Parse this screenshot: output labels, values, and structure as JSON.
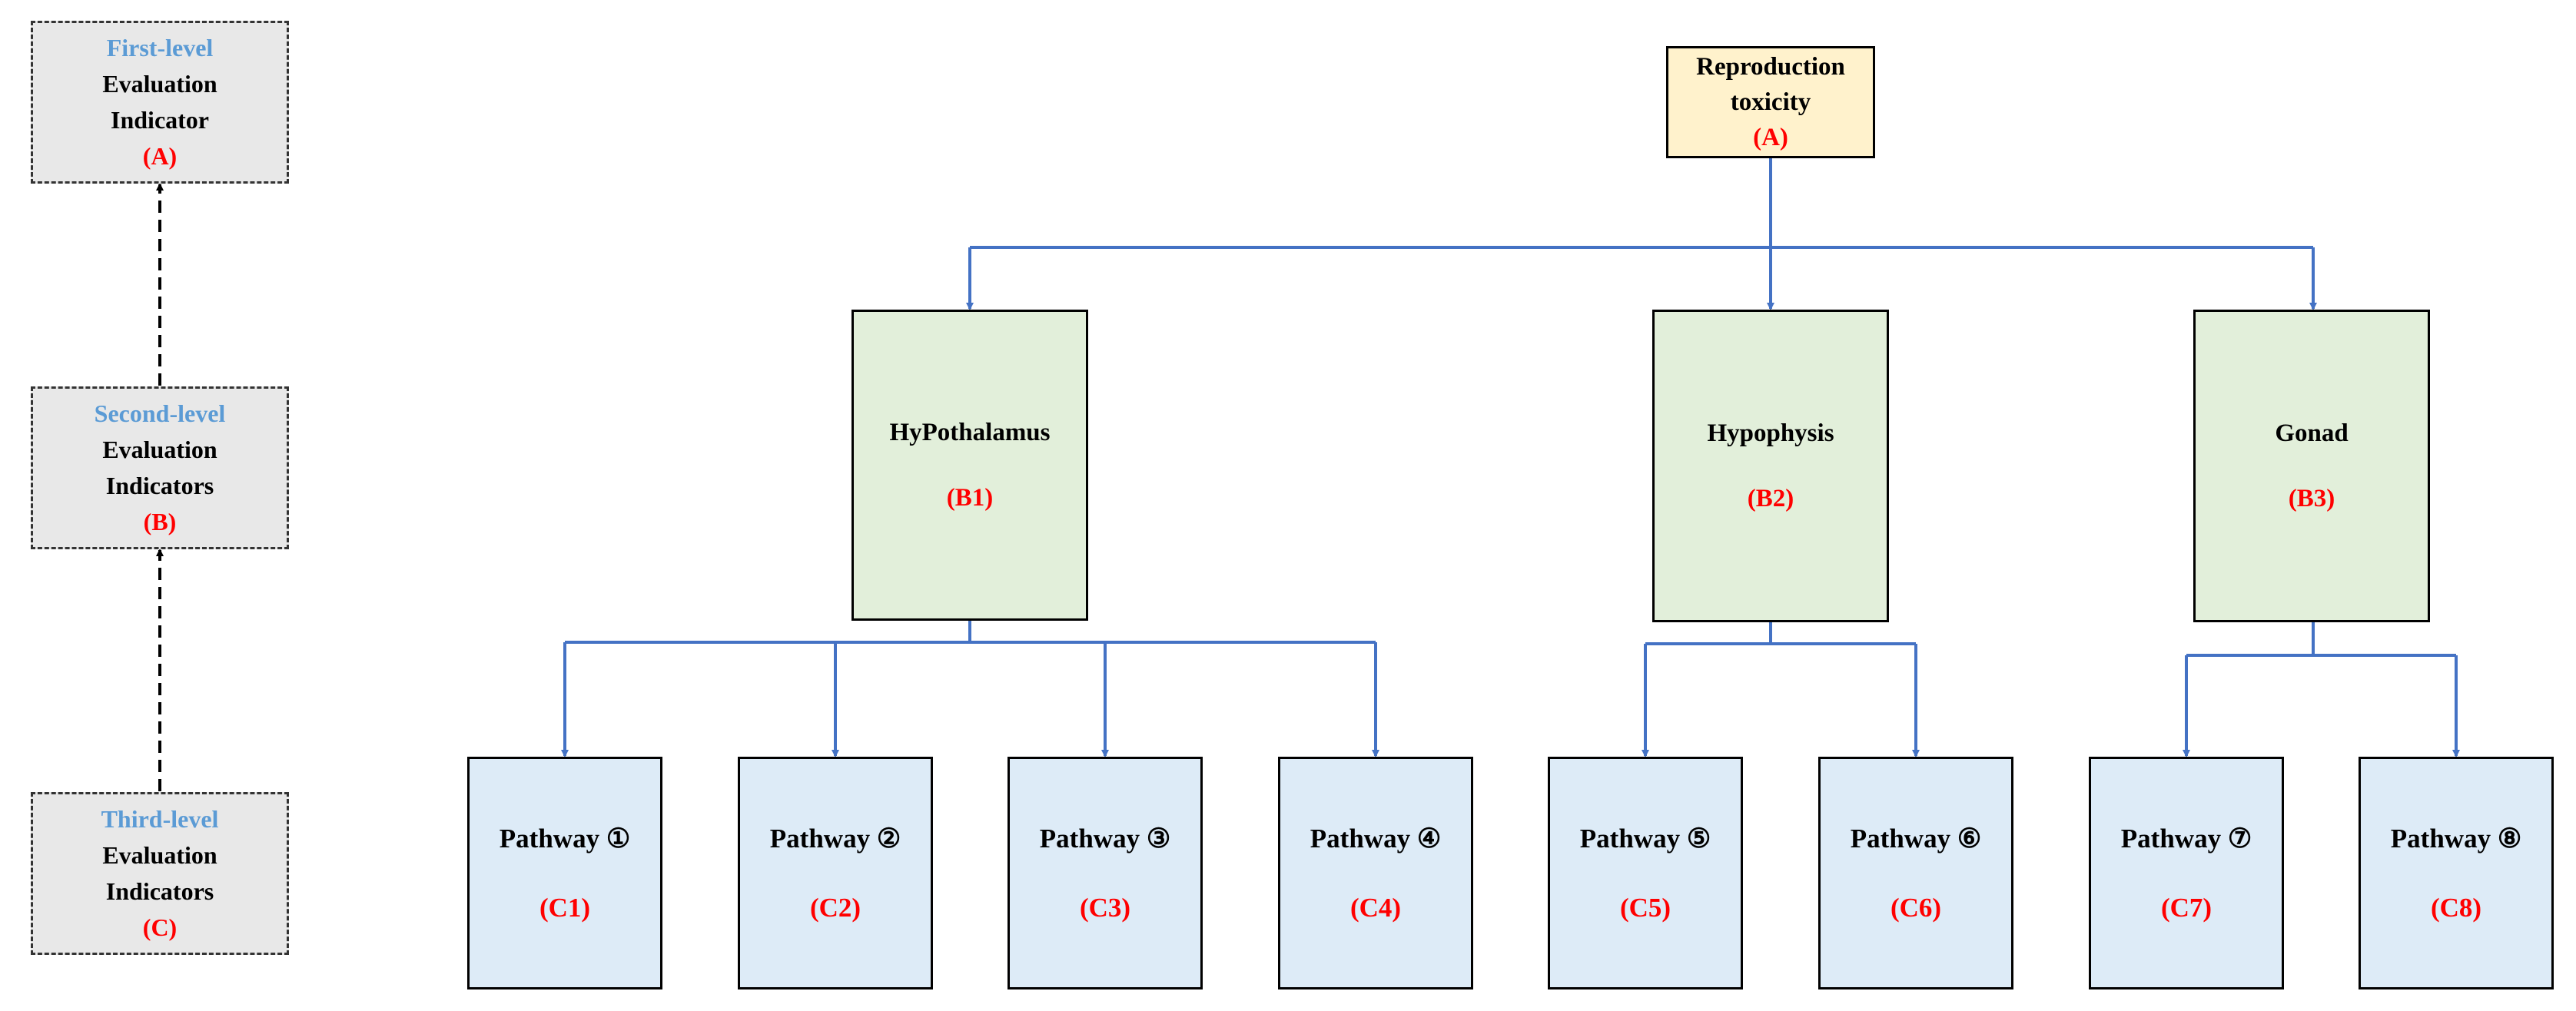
{
  "legend": [
    {
      "level": "First-level",
      "line1": "Evaluation",
      "line2": "Indicator",
      "code": "(A)"
    },
    {
      "level": "Second-level",
      "line1": "Evaluation",
      "line2": "Indicators",
      "code": "(B)"
    },
    {
      "level": "Third-level",
      "line1": "Evaluation",
      "line2": "Indicators",
      "code": "(C)"
    }
  ],
  "root": {
    "line1": "Reproduction",
    "line2": "toxicity",
    "code": "(A)"
  },
  "second_level": [
    {
      "label": "HyPothalamus",
      "code": "(B1)"
    },
    {
      "label": "Hypophysis",
      "code": "(B2)"
    },
    {
      "label": "Gonad",
      "code": "(B3)"
    }
  ],
  "third_level": [
    {
      "label": "Pathway ①",
      "code": "(C1)"
    },
    {
      "label": "Pathway ②",
      "code": "(C2)"
    },
    {
      "label": "Pathway ③",
      "code": "(C3)"
    },
    {
      "label": "Pathway ④",
      "code": "(C4)"
    },
    {
      "label": "Pathway ⑤",
      "code": "(C5)"
    },
    {
      "label": "Pathway ⑥",
      "code": "(C6)"
    },
    {
      "label": "Pathway ⑦",
      "code": "(C7)"
    },
    {
      "label": "Pathway ⑧",
      "code": "(C8)"
    }
  ],
  "colors": {
    "connector": "#4472c4",
    "legend_arrow": "#000000",
    "root_fill": "#fff2cc",
    "second_fill": "#e2efda",
    "third_fill": "#ddebf7",
    "legend_fill": "#e8e8e8",
    "level_text": "#5b9bd5",
    "code_text": "#ff0000"
  }
}
